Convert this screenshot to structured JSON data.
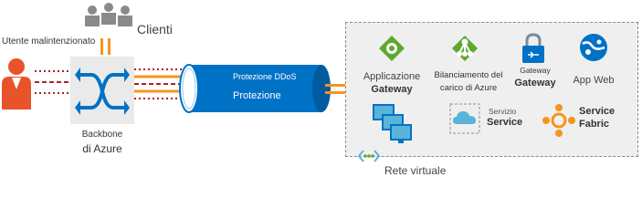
{
  "labels": {
    "attacker": "Utente malintenzionato",
    "clients": "Clienti",
    "backbone_line1": "Backbone",
    "backbone_line2": "di Azure",
    "ddos_line1": "Protezione DDoS",
    "ddos_line2": "Protezione",
    "vnet": "Rete virtuale"
  },
  "services": {
    "app_gateway": {
      "line1": "Applicazione",
      "line2": "Gateway",
      "icon": "application-gateway-icon"
    },
    "load_balancer": {
      "line1": "Bilanciamento del",
      "line2": "carico di Azure",
      "icon": "load-balancer-icon"
    },
    "vpn_gateway": {
      "line1": "Gateway",
      "line2": "Gateway",
      "icon": "vpn-gateway-icon"
    },
    "app_web": {
      "line1": "App Web",
      "icon": "app-service-web-icon"
    },
    "vm": {
      "icon": "virtual-machines-icon"
    },
    "cloud_service": {
      "line1": "Servizio",
      "line2": "Service",
      "icon": "cloud-service-icon"
    },
    "service_fabric": {
      "line1": "Service",
      "line2": "Fabric",
      "icon": "service-fabric-icon"
    }
  },
  "colors": {
    "azure_blue": "#0072c6",
    "attacker_orange": "#e8532a",
    "traffic_orange": "#f7941d",
    "attack_red": "#a4262c",
    "client_gray": "#8a8a8a",
    "vnet_green": "#5ea82f"
  }
}
